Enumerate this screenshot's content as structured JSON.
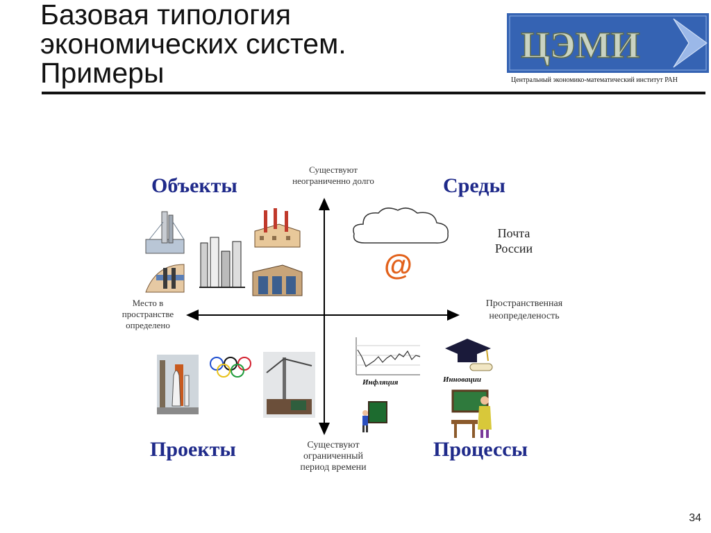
{
  "title": {
    "line1": "Базовая типология",
    "line2": "экономических систем.",
    "line3": "Примеры"
  },
  "logo": {
    "text": "ЦЭМИ",
    "institute": "Центральный экономико-математический институт РАН"
  },
  "quadrants": {
    "objects": "Объекты",
    "environments": "Среды",
    "projects": "Проекты",
    "processes": "Процессы"
  },
  "axes": {
    "top_line1": "Существуют",
    "top_line2": "неограниченно долго",
    "bottom_line1": "Существуют",
    "bottom_line2": "ограниченный",
    "bottom_line3": "период времени",
    "left_line1": "Место в",
    "left_line2": "пространстве",
    "left_line3": "определено",
    "right_line1": "Пространственная",
    "right_line2": "неопределеность"
  },
  "examples": {
    "post_line1": "Почта",
    "post_line2": "России",
    "at_symbol": "@",
    "inflation": "Инфляция",
    "innovation": "Инновации"
  },
  "page_number": "34",
  "colors": {
    "quadrant_title": "#1f2a8a",
    "logo_bg": "#3a66b8",
    "at_symbol": "#e2611b"
  },
  "icons": [
    "industrial-plant-icon",
    "factory-icon",
    "refinery-icon",
    "dam-icon",
    "warehouse-icon",
    "cloud-icon",
    "at-icon",
    "space-shuttle-icon",
    "olympic-rings-icon",
    "construction-crane-icon",
    "inflation-chart-icon",
    "graduation-cap-icon",
    "teacher-icon",
    "child-at-board-icon"
  ]
}
